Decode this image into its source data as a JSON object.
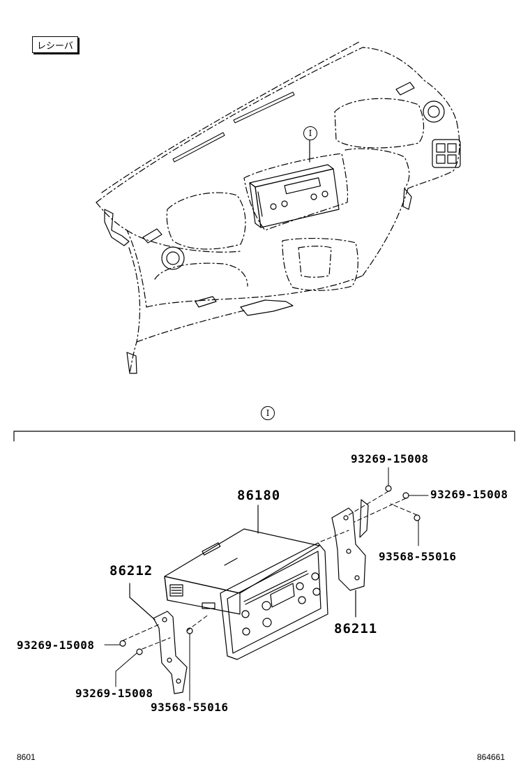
{
  "section_tag": "レシーバ",
  "ref_marker": "Ⅰ",
  "parts": {
    "receiver": "86180",
    "bracket_left": "86212",
    "bracket_right": "86211",
    "screw_right_top": "93269-15008",
    "screw_right_mid": "93269-15008",
    "bolt_right": "93568-55016",
    "screw_left_top": "93269-15008",
    "screw_left_bottom": "93269-15008",
    "bolt_left": "93568-55016"
  },
  "footer": {
    "left_code": "8601",
    "right_code": "864661"
  }
}
